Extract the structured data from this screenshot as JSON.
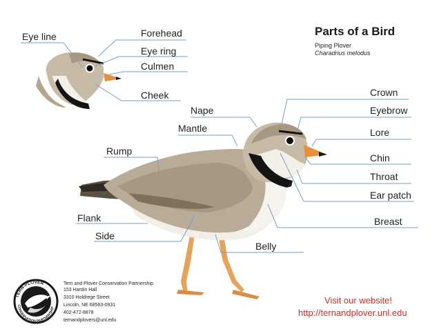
{
  "title": "Parts of a Bird",
  "subtitle": "Piping Plover",
  "scientific_name": "Charadrius melodus",
  "labels": {
    "eye_line": "Eye line",
    "forehead": "Forehead",
    "eye_ring": "Eye ring",
    "culmen": "Culmen",
    "cheek": "Cheek",
    "crown": "Crown",
    "eyebrow": "Eyebrow",
    "lore": "Lore",
    "chin": "Chin",
    "throat": "Throat",
    "ear_patch": "Ear patch",
    "breast": "Breast",
    "nape": "Nape",
    "mantle": "Mantle",
    "rump": "Rump",
    "flank": "Flank",
    "side": "Side",
    "belly": "Belly"
  },
  "organization": {
    "logo_text": "TERN-PLOVER CONSERVATION PARTNERSHIP",
    "name": "Tern and Plover Conservation Partnership",
    "address1": "153 Hardin Hall",
    "address2": "3310 Holdrege Street",
    "city": "Lincoln, NE  68583-0931",
    "phone": "402-472-8878",
    "email": "ternandplovers@unl.edu"
  },
  "website": {
    "cta": "Visit our website!",
    "url": "http://ternandplover.unl.edu"
  },
  "colors": {
    "leader_line": "#7a9cc6",
    "website_text": "#d12a24",
    "bird_back": "#b8ab97",
    "bird_belly": "#f2efe9",
    "collar": "#141414",
    "bill": "#e8913a",
    "legs": "#e6a35c"
  }
}
